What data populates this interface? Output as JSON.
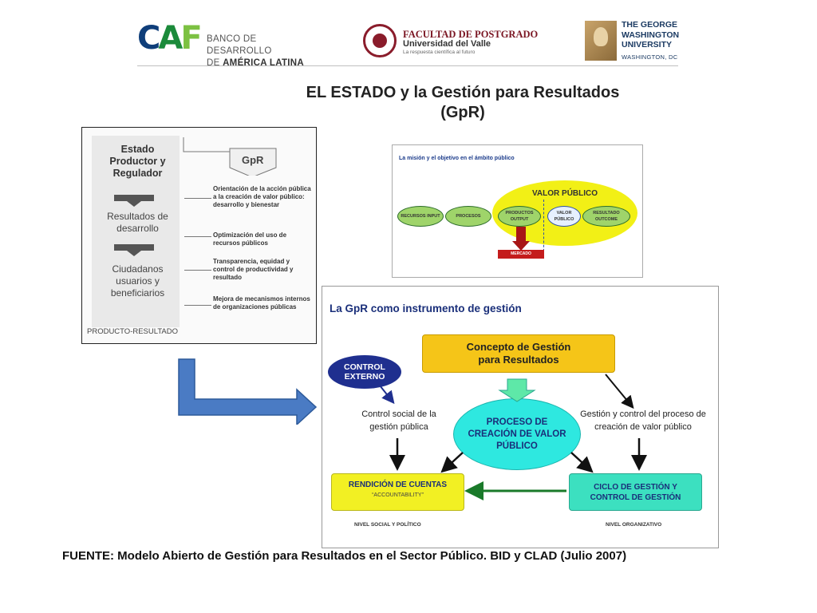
{
  "header": {
    "caf_mark": "CAF",
    "caf_line1": "BANCO DE DESARROLLO",
    "caf_line2_prefix": "DE ",
    "caf_line2_bold": "AMÉRICA LATINA",
    "fp_title": "FACULTAD DE POSTGRADO",
    "fp_subtitle": "Universidad del Valle",
    "fp_tagline": "La respuesta científica al futuro",
    "gw_line1": "THE GEORGE",
    "gw_line2": "WASHINGTON",
    "gw_line3": "UNIVERSITY",
    "gw_city": "WASHINGTON, DC"
  },
  "title": {
    "line1": "EL ESTADO y la Gestión para Resultados",
    "line2": "(GpR)"
  },
  "left_diagram": {
    "estado": "Estado Productor y Regulador",
    "resultados": "Resultados de desarrollo",
    "ciudadanos": "Ciudadanos usuarios y beneficiarios",
    "gpr_label": "GpR",
    "items": [
      "Orientación de la acción pública a la creación de valor público: desarrollo y bienestar",
      "Optimización del uso de recursos públicos",
      "Transparencia, equidad y control de productividad y resultado",
      "Mejora de mecanismos internos de organizaciones públicas"
    ],
    "footer": "PRODUCTO-RESULTADO"
  },
  "mision_diagram": {
    "title": "La misión y el objetivo en el ámbito público",
    "valor_publico": "VALOR PÚBLICO",
    "nodes": [
      "RECURSOS INPUT",
      "PROCESOS",
      "PRODUCTOS OUTPUT",
      "VALOR PÚBLICO",
      "RESULTADO OUTCOME"
    ],
    "mercado": "MERCADO"
  },
  "gpr_diagram": {
    "title": "La GpR como instrumento de gestión",
    "concepto": "Concepto de Gestión para Resultados",
    "control_externo": "CONTROL EXTERNO",
    "control_social": "Control social de la gestión pública",
    "gestion_control": "Gestión y control del proceso de creación de valor público",
    "proceso": "PROCESO DE CREACIÓN DE VALOR PÚBLICO",
    "rendicion": "RENDICIÓN DE CUENTAS",
    "accountability": "“ACCOUNTABILITY”",
    "ciclo": "CICLO DE GESTIÓN Y CONTROL DE GESTIÓN",
    "nivel_social": "NIVEL SOCIAL Y POLÍTICO",
    "nivel_org": "NIVEL ORGANIZATIVO",
    "colors": {
      "concepto": "#f5c518",
      "proceso": "#2ee8e0",
      "rendicion": "#f2f023",
      "ciclo": "#3ce0c0",
      "control": "#1f2f8f"
    }
  },
  "source": "FUENTE: Modelo Abierto de Gestión para Resultados en el Sector Público. BID y CLAD (Julio 2007)"
}
